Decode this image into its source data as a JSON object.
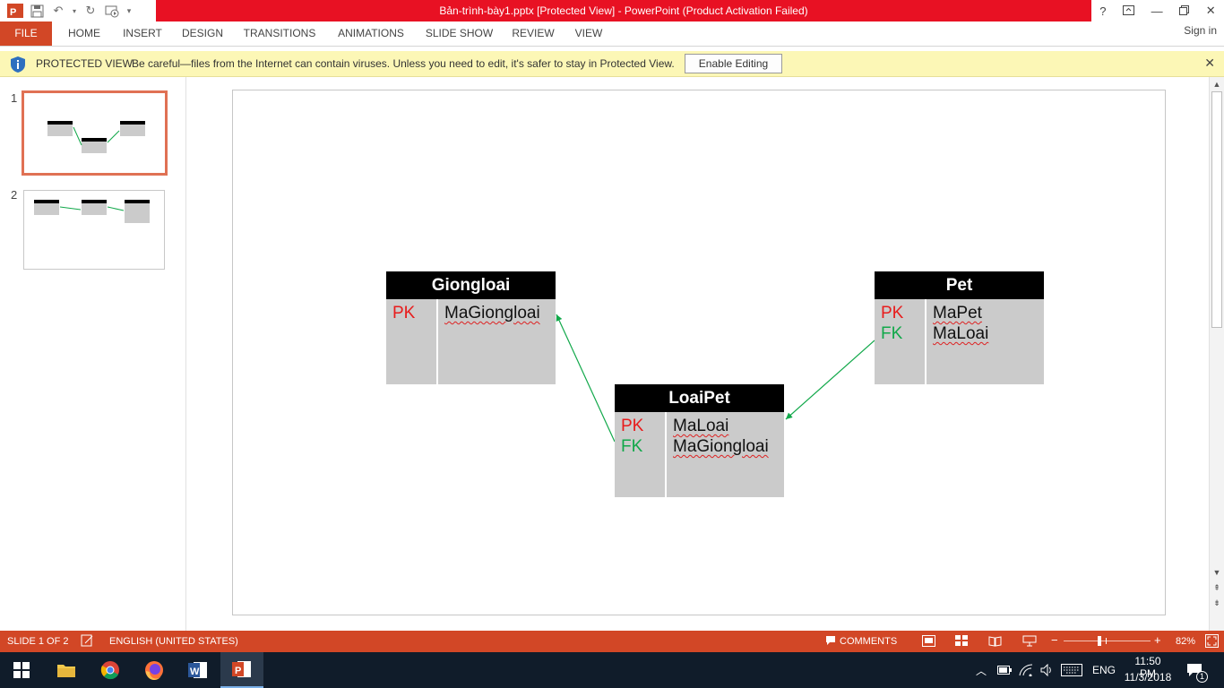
{
  "window": {
    "title": "Bản-trình-bày1.pptx [Protected View] -  PowerPoint (Product Activation Failed)",
    "help": "?",
    "controls": [
      "minimize",
      "restore",
      "close"
    ]
  },
  "ribbon": {
    "tabs": [
      "FILE",
      "HOME",
      "INSERT",
      "DESIGN",
      "TRANSITIONS",
      "ANIMATIONS",
      "SLIDE SHOW",
      "REVIEW",
      "VIEW"
    ],
    "sign_in": "Sign in"
  },
  "protected_view": {
    "title": "PROTECTED VIEW",
    "message": "Be careful—files from the Internet can contain viruses. Unless you need to edit, it's safer to stay in Protected View.",
    "button": "Enable Editing"
  },
  "thumbnails": [
    {
      "number": "1",
      "selected": true
    },
    {
      "number": "2",
      "selected": false
    }
  ],
  "slide": {
    "tables": [
      {
        "name": "Giongloai",
        "keys": [
          "PK"
        ],
        "fields": [
          "MaGiongloai"
        ]
      },
      {
        "name": "Pet",
        "keys": [
          "PK",
          "FK"
        ],
        "fields": [
          "MaPet",
          "MaLoai"
        ]
      },
      {
        "name": "LoaiPet",
        "keys": [
          "PK",
          "FK"
        ],
        "fields": [
          "MaLoai",
          "MaGiongloai"
        ]
      }
    ]
  },
  "status": {
    "slide_info": "SLIDE 1 OF 2",
    "language": "ENGLISH (UNITED STATES)",
    "comments": "COMMENTS",
    "zoom": "82%",
    "zoom_level": 0.41
  },
  "taskbar": {
    "language": "ENG",
    "time": "11:50 PM",
    "date": "11/3/2018",
    "notifications": "1"
  },
  "colors": {
    "title_bar": "#e81123",
    "accent": "#d24726",
    "pk": "#e81c1c",
    "fk": "#11a84a",
    "connector": "#11a84a"
  }
}
